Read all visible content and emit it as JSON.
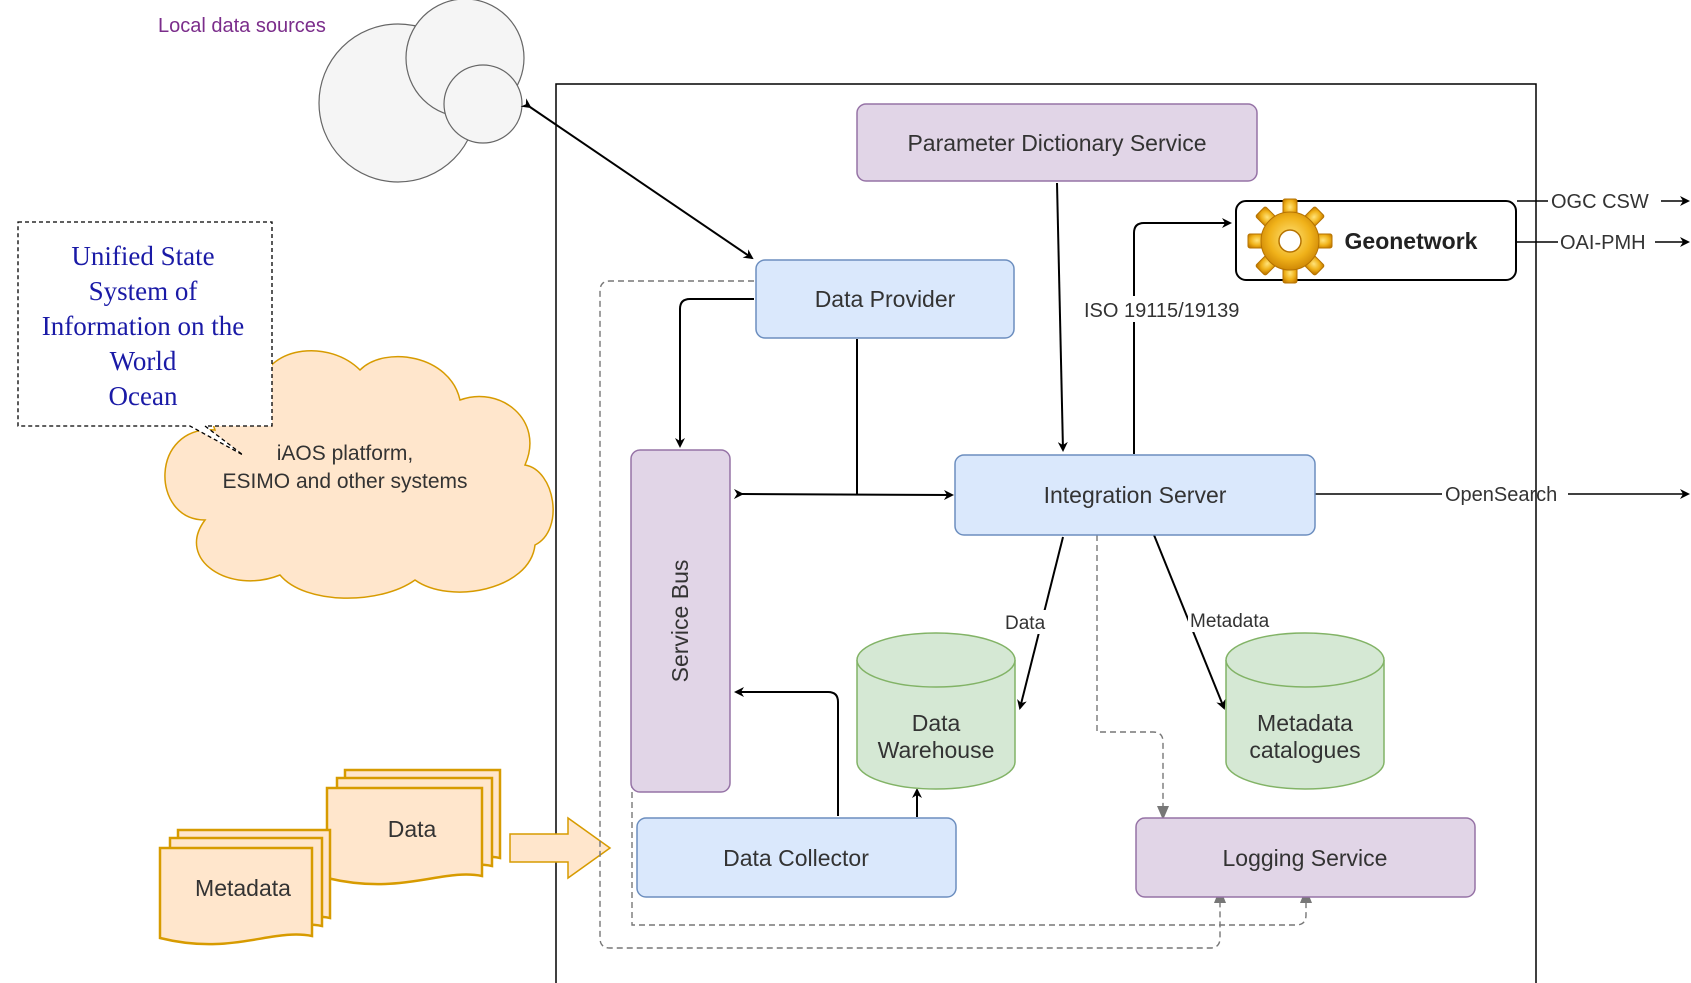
{
  "external": {
    "local_data_sources": "Local data sources",
    "cloud_line1": "iAOS platform,",
    "cloud_line2": "ESIMO and other systems",
    "callout_lines": [
      "Unified State",
      "System of",
      "Information on the",
      "World",
      "Ocean"
    ],
    "data_docs": "Data",
    "metadata_docs": "Metadata"
  },
  "nodes": {
    "parameter_dictionary": "Parameter Dictionary Service",
    "data_provider": "Data Provider",
    "service_bus": "Service Bus",
    "integration_server": "Integration Server",
    "geonetwork": "Geonetwork",
    "data_warehouse_line1": "Data",
    "data_warehouse_line2": "Warehouse",
    "metadata_catalogues_line1": "Metadata",
    "metadata_catalogues_line2": "catalogues",
    "data_collector": "Data Collector",
    "logging_service": "Logging Service"
  },
  "edges": {
    "iso": "ISO 19115/19139",
    "data": "Data",
    "metadata": "Metadata",
    "ogc_csw": "OGC CSW",
    "oai_pmh": "OAI-PMH",
    "opensearch": "OpenSearch"
  },
  "colors": {
    "purple_fill": "#e1d5e7",
    "purple_stroke": "#9673a6",
    "blue_fill": "#dae8fc",
    "blue_stroke": "#6c8ebf",
    "green_fill": "#d5e8d4",
    "green_stroke": "#82b366",
    "orange_fill": "#ffe6cc",
    "orange_stroke": "#d79b00",
    "local_sources_text": "#7b2d8b",
    "callout_text": "#1a1aa6"
  }
}
